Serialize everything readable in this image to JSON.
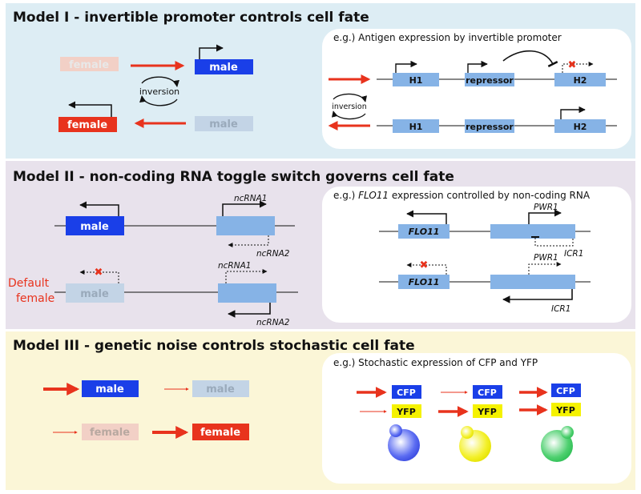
{
  "colors": {
    "model1_bg": "#ddedf4",
    "model2_bg": "#e8e2ec",
    "model3_bg": "#fbf6d7",
    "arrow_red": "#e8331d",
    "male_blue": "#1a3fe8",
    "gene_blue": "#86b3e6",
    "yfp_yellow": "#f5f200",
    "faded_male": "#c3d4e6",
    "faded_female": "#f2d0c6"
  },
  "model1": {
    "title_bold": "Model I",
    "title_rest": " - invertible promoter controls cell fate",
    "labels": {
      "female_top": "female",
      "male_top": "male",
      "inversion": "inversion",
      "female_bottom": "female",
      "male_bottom": "male"
    },
    "panel": {
      "title": "e.g.) Antigen expression by invertible promoter",
      "inversion": "inversion",
      "row1": {
        "h1": "H1",
        "repressor": "repressor",
        "h2": "H2"
      },
      "row2": {
        "h1": "H1",
        "repressor": "repressor",
        "h2": "H2"
      }
    }
  },
  "model2": {
    "title_bold": "Model II",
    "title_rest": " - non-coding RNA toggle switch governs cell fate",
    "labels": {
      "male_top": "male",
      "ncrna1_top": "ncRNA1",
      "ncrna2_top": "ncRNA2",
      "default_line1": "Default",
      "default_line2": "female",
      "male_bottom": "male",
      "ncrna1_bottom": "ncRNA1",
      "ncrna2_bottom": "ncRNA2"
    },
    "panel": {
      "title_prefix": "e.g.) ",
      "title_gene": "FLO11",
      "title_suffix": " expression controlled by non-coding RNA",
      "row1": {
        "flo11": "FLO11",
        "pwr1": "PWR1",
        "icr1": "ICR1"
      },
      "row2": {
        "flo11": "FLO11",
        "pwr1": "PWR1",
        "icr1": "ICR1"
      }
    }
  },
  "model3": {
    "title_bold": "Model III",
    "title_rest": " - genetic noise controls stochastic cell fate",
    "labels": {
      "male_top": "male",
      "male_faded": "male",
      "female_faded": "female",
      "female_bottom": "female"
    },
    "panel": {
      "title": "e.g.) Stochastic expression of CFP and YFP",
      "cols": [
        {
          "cfp": "CFP",
          "yfp": "YFP"
        },
        {
          "cfp": "CFP",
          "yfp": "YFP"
        },
        {
          "cfp": "CFP",
          "yfp": "YFP"
        }
      ]
    }
  }
}
